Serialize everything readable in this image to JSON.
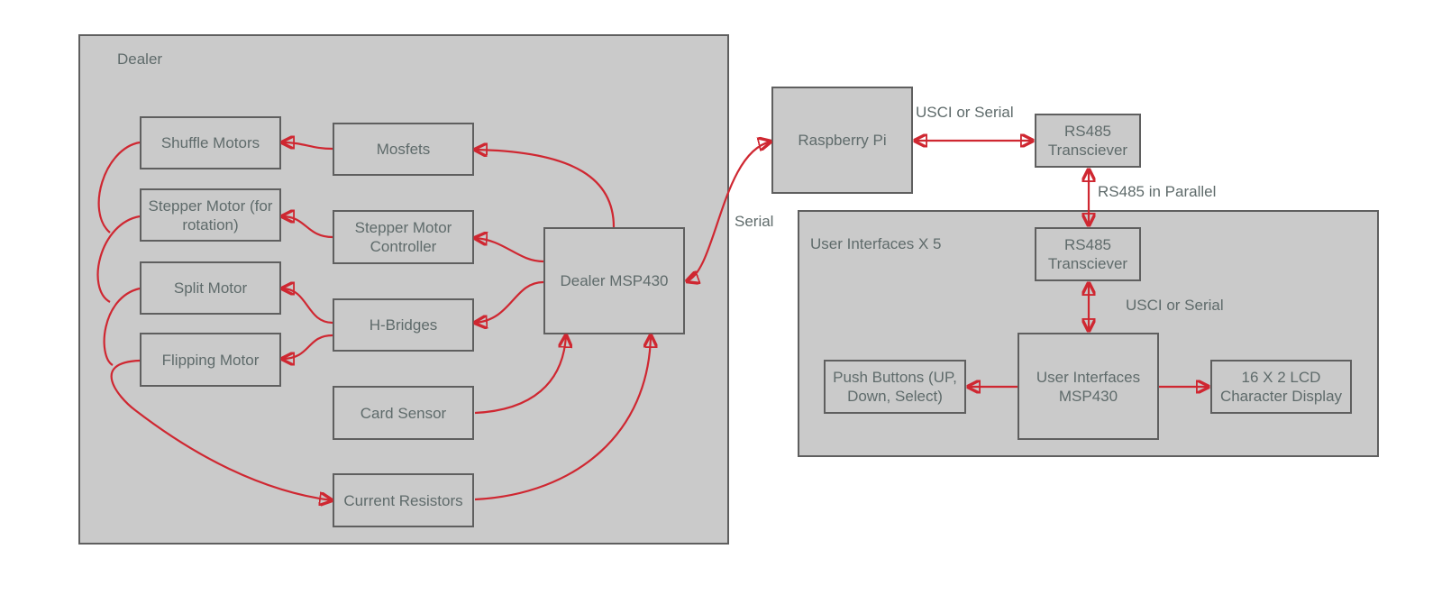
{
  "groups": {
    "dealer": "Dealer",
    "user_interfaces": "User Interfaces X 5"
  },
  "blocks": {
    "shuffle_motors": "Shuffle Motors",
    "stepper_motor": "Stepper Motor (for rotation)",
    "split_motor": "Split Motor",
    "flipping_motor": "Flipping Motor",
    "mosfets": "Mosfets",
    "stepper_controller": "Stepper Motor Controller",
    "h_bridges": "H-Bridges",
    "card_sensor": "Card Sensor",
    "current_resistors": "Current Resistors",
    "dealer_msp430": "Dealer MSP430",
    "raspberry_pi": "Raspberry Pi",
    "rs485_top": "RS485 Transciever",
    "rs485_ui": "RS485 Transciever",
    "push_buttons": "Push Buttons (UP, Down, Select)",
    "ui_msp430": "User Interfaces MSP430",
    "lcd": "16 X 2 LCD Character Display"
  },
  "edge_labels": {
    "serial": "Serial",
    "usci_or_serial_top": "USCI or Serial",
    "rs485_parallel": "RS485 in Parallel",
    "usci_or_serial_ui": "USCI or Serial"
  },
  "colors": {
    "arrow": "#cf2731",
    "block_fill": "#cacaca",
    "block_border": "#5f5f5f",
    "text": "#5f6b6b"
  }
}
